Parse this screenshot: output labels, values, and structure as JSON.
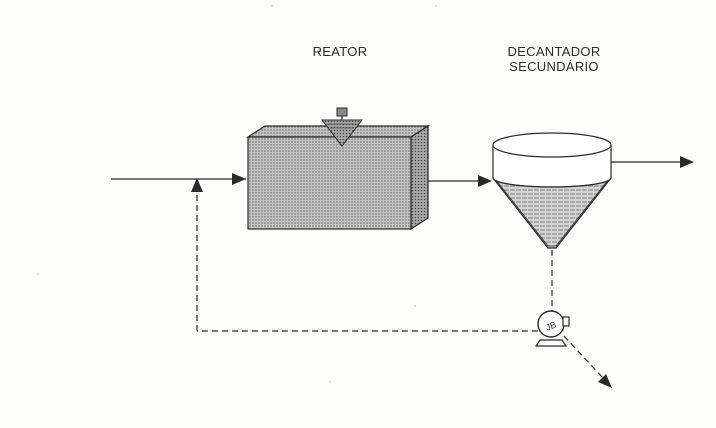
{
  "labels": {
    "reactor": "REATOR",
    "decanter_line1": "DECANTADOR",
    "decanter_line2": "SECUNDÁRIO"
  },
  "colors": {
    "line": "#2a2a2a",
    "tank_fill": "#b9b9b9",
    "tank_dots": "#6d6d6d",
    "paper": "#fcfcfb"
  }
}
